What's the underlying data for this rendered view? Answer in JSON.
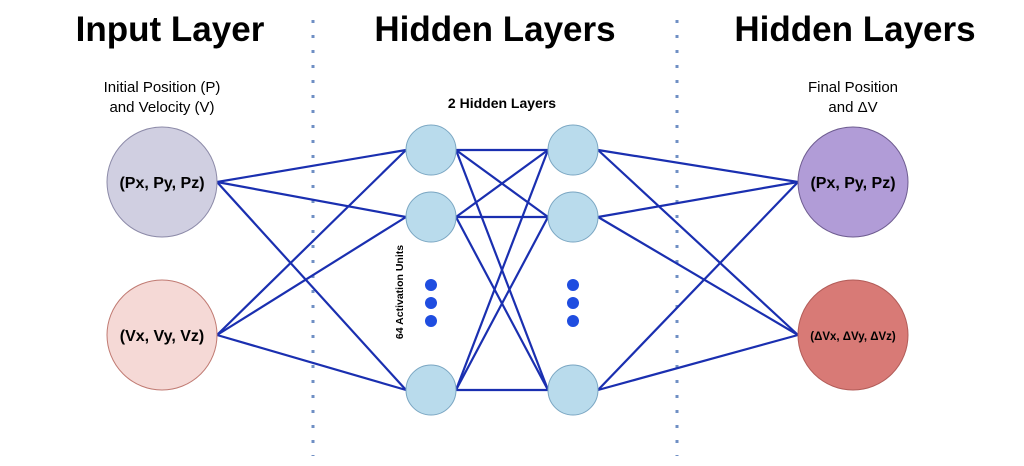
{
  "headings": {
    "input": "Input Layer",
    "hidden": "Hidden Layers",
    "output": "Hidden Layers"
  },
  "subtitles": {
    "input_line1": "Initial Position (P)",
    "input_line2": "and Velocity (V)",
    "hidden": "2 Hidden Layers",
    "output_line1": "Final Position",
    "output_line2": "and ΔV"
  },
  "nodes": {
    "input": [
      {
        "id": "in-pos",
        "label": "(Px, Py, Pz)",
        "fill": "#d0cfe1",
        "stroke": "#8c8aa8"
      },
      {
        "id": "in-vel",
        "label": "(Vx, Vy, Vz)",
        "fill": "#f5d9d6",
        "stroke": "#c07a72"
      }
    ],
    "output": [
      {
        "id": "out-pos",
        "label": "(Px, Py, Pz)",
        "fill": "#b19cd7",
        "stroke": "#6e5c90"
      },
      {
        "id": "out-dv",
        "label": "(ΔVx, ΔVy, ΔVz)",
        "fill": "#d87a76",
        "stroke": "#b25c58"
      }
    ],
    "hidden_fill": "#b9dbec",
    "hidden_stroke": "#7aa6c2"
  },
  "hidden_units_label": "64 Activation Units",
  "colors": {
    "edge": "#1a2fb0",
    "ellipsis_dot": "#1f4de0",
    "divider": "#6f8fc4"
  }
}
